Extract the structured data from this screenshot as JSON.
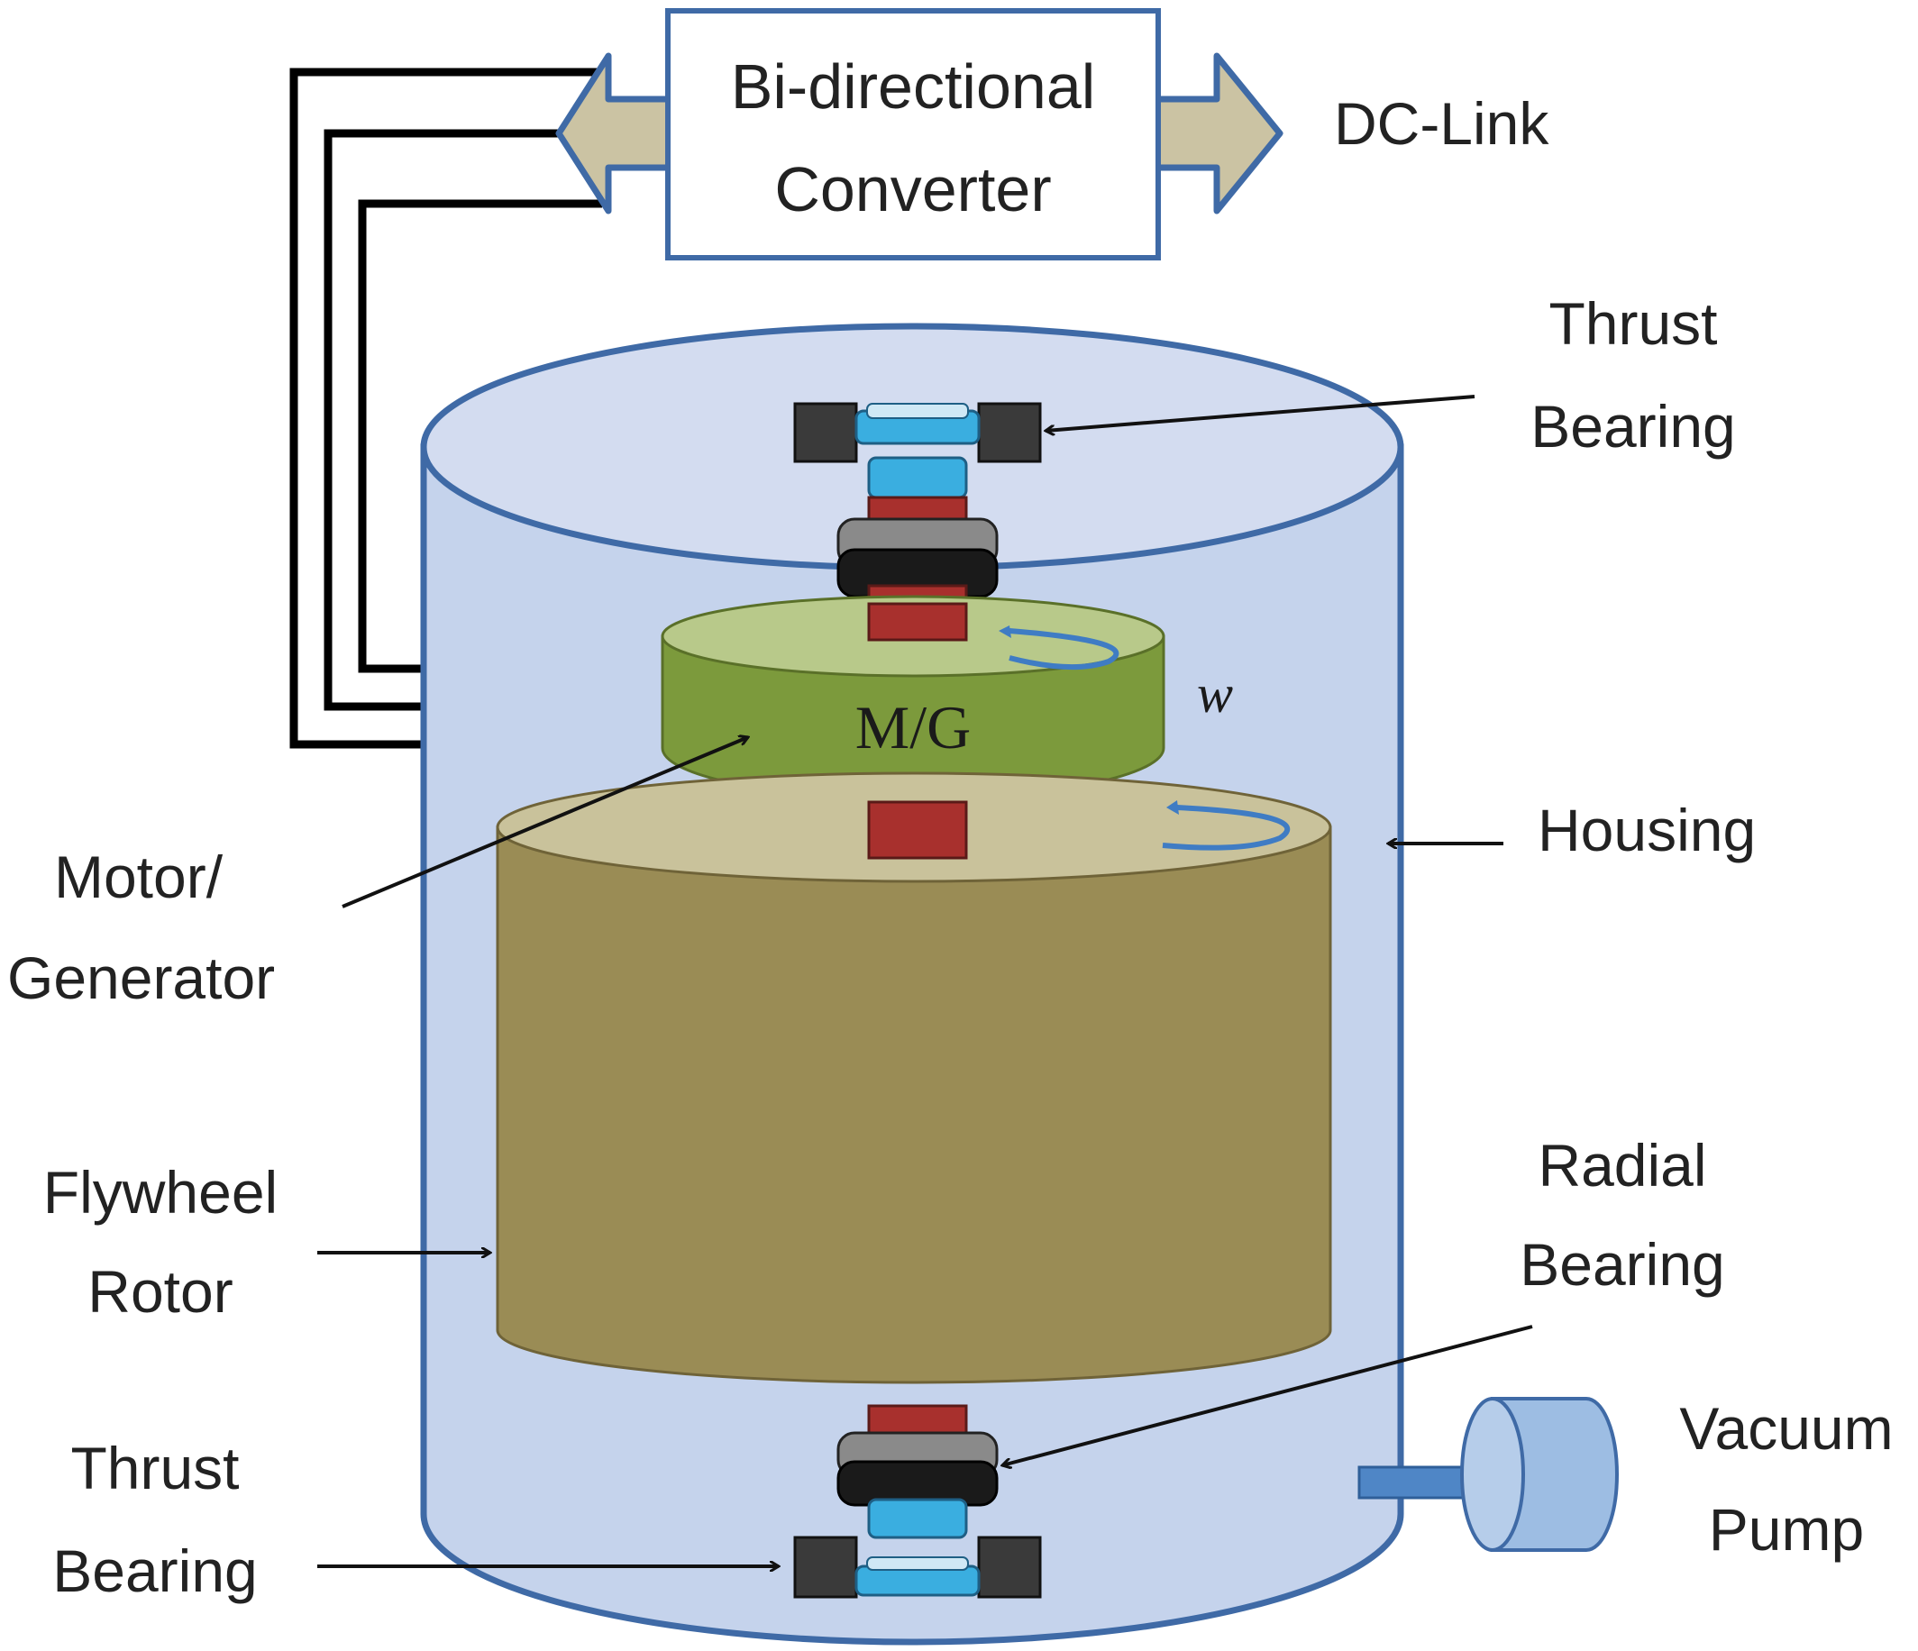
{
  "converter": {
    "line1": "Bi-directional",
    "line2": "Converter"
  },
  "dc_link": "DC-Link",
  "labels": {
    "thrust_top": {
      "line1": "Thrust",
      "line2": "Bearing"
    },
    "housing": "Housing",
    "motor_generator": {
      "line1": "Motor/",
      "line2": "Generator"
    },
    "flywheel_rotor": {
      "line1": "Flywheel",
      "line2": "Rotor"
    },
    "radial_bearing": {
      "line1": "Radial",
      "line2": "Bearing"
    },
    "vacuum_pump": {
      "line1": "Vacuum",
      "line2": "Pump"
    },
    "thrust_bottom": {
      "line1": "Thrust",
      "line2": "Bearing"
    }
  },
  "mg_text": "M/G",
  "omega": "w",
  "colors": {
    "housing_fill": "#c5d3ec",
    "housing_stroke": "#3f6aa6",
    "motor_green": "#7c9a3c",
    "rotor_olive": "#9a8c55",
    "rotor_top": "#c9c29b",
    "shaft_red": "#a8302d",
    "bearing_blue": "#3aaee0",
    "arrow_tan": "#cbc3a3"
  },
  "icons": {
    "rotation_arrow": "curved-arrow-icon",
    "wire_bundle": "three-phase-wire-icon"
  }
}
